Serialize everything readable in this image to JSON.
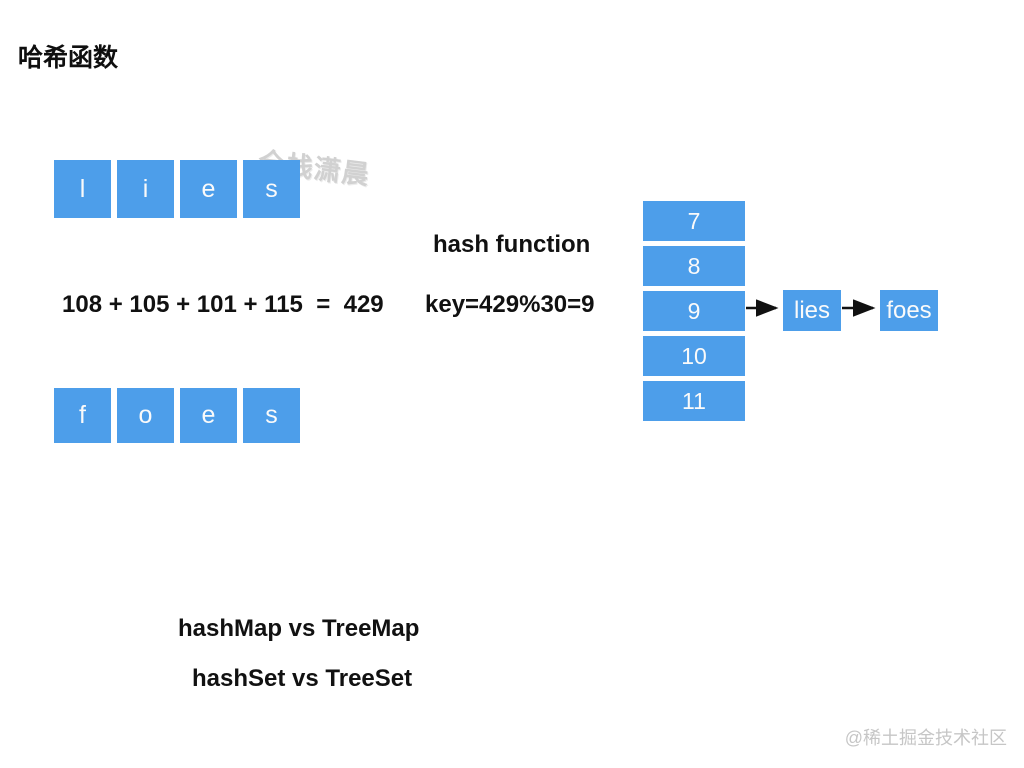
{
  "title": "哈希函数",
  "watermark_top": "全栈潇晨",
  "watermark_bottom": "@稀土掘金技术社区",
  "lies_word": {
    "letters": [
      "l",
      "i",
      "e",
      "s"
    ]
  },
  "foes_word": {
    "letters": [
      "f",
      "o",
      "e",
      "s"
    ]
  },
  "ascii_sum_equation": "108 + 105 + 101 + 115  =  429",
  "hash_function_label": "hash function",
  "key_equation": "key=429%30=9",
  "hash_table": {
    "buckets": [
      "7",
      "8",
      "9",
      "10",
      "11"
    ]
  },
  "chain": {
    "nodes": [
      "lies",
      "foes"
    ]
  },
  "comparisons": [
    "hashMap vs TreeMap",
    "hashSet vs TreeSet"
  ],
  "colors": {
    "box_blue": "#4d9eea",
    "text_dark": "#111111",
    "watermark_top_gray": "#c9c9c9",
    "watermark_bottom_gray": "#c6c6c6",
    "arrow_black": "#111111"
  }
}
